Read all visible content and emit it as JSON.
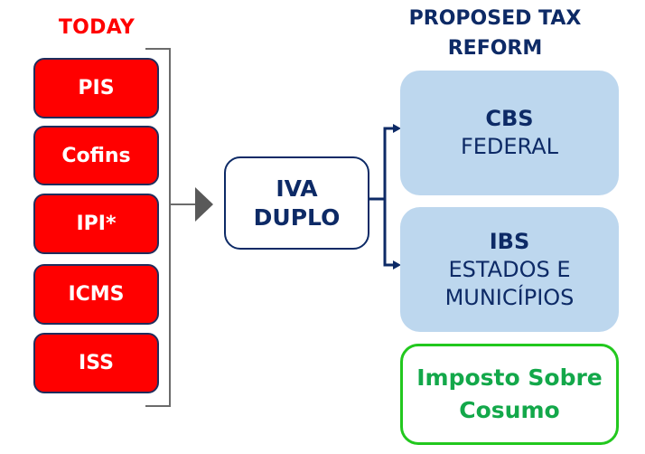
{
  "today": {
    "label": "TODAY",
    "taxes": [
      "PIS",
      "Cofins",
      "IPI*",
      "ICMS",
      "ISS"
    ],
    "box_color": "#ff0000"
  },
  "center": {
    "line1": "IVA",
    "line2": "DUPLO"
  },
  "proposed": {
    "title_line1": "PROPOSED TAX",
    "title_line2": "REFORM",
    "cbs": {
      "name": "CBS",
      "scope": "FEDERAL"
    },
    "ibs": {
      "name": "IBS",
      "scope_line1": "ESTADOS E",
      "scope_line2": "MUNICÍPIOS"
    },
    "box_color": "#bdd7ee"
  },
  "consumption": {
    "line1": "Imposto Sobre",
    "line2": "Cosumo",
    "color": "#13a84a"
  },
  "icons": {
    "bracket": "bracket-icon",
    "main_arrow": "arrow-right-icon",
    "split_connector": "split-arrow-icon"
  }
}
